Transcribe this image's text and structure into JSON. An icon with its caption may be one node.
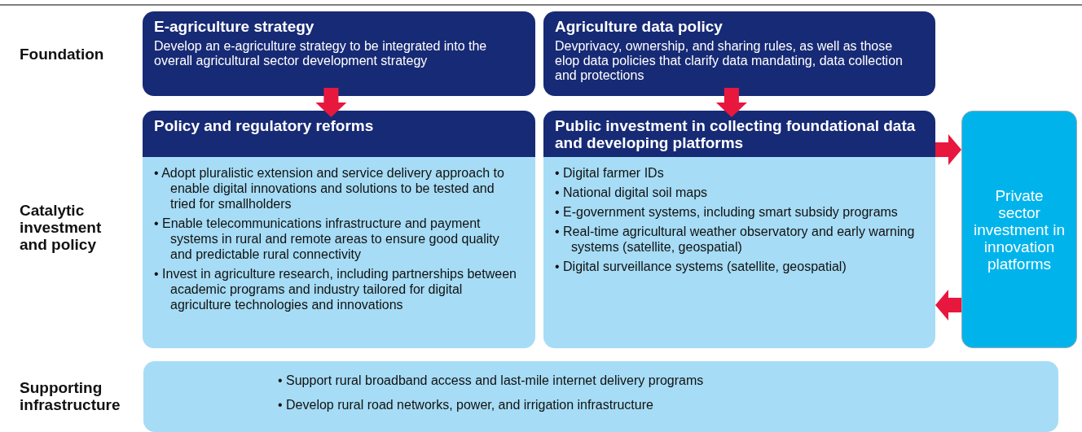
{
  "diagram": {
    "nodes": [
      {
        "text": [
          "E-agriculture strategy",
          "Develop an e-agriculture strategy to be integrated into the overall agricultural sector development strategy"
        ]
      },
      {
        "text": [
          "Agriculture data policy",
          "Devprivacy, ownership, and sharing rules, as well as those elop data policies that clarify data mandating, data collection and protections"
        ]
      },
      {
        "text": [
          "Policy and regulatory reforms",
          "• Adopt pluralistic extension and service delivery approach to enable digital innovations and solutions to be tested and tried for smallholders",
          "• Enable telecommunications infrastructure and payment systems in rural and remote areas to ensure good quality and predictable rural connectivity",
          "• Invest in agriculture research, including partnerships between academic programs and industry tailored for digital agriculture technologies and innovations"
        ]
      },
      {
        "text": [
          "Public investment in collecting foundational data and developing platforms",
          "• Digital farmer IDs",
          "• National digital soil maps",
          "• E-government systems, including smart subsidy programs",
          "• Real-time agricultural weather observatory and early warning systems (satellite, geospatial)",
          "• Digital surveillance systems (satellite, geospatial)"
        ]
      },
      {
        "text": [
          "Private sector investment in innovation platforms"
        ]
      },
      {
        "text": [
          "• Support rural broadband access and last-mile internet delivery programs",
          "• Develop rural road networks, power, and irrigation infrastructure"
        ]
      }
    ],
    "edges": [
      {
        "from": 0,
        "to": 2,
        "arrow": "to"
      },
      {
        "from": 1,
        "to": 3,
        "arrow": "to"
      },
      {
        "from": 3,
        "to": 4,
        "arrow": "to"
      },
      {
        "from": 4,
        "to": 3,
        "arrow": "to"
      }
    ],
    "labels": [
      "Foundation",
      "Catalytic investment and policy",
      "Supporting infrastructure"
    ]
  }
}
